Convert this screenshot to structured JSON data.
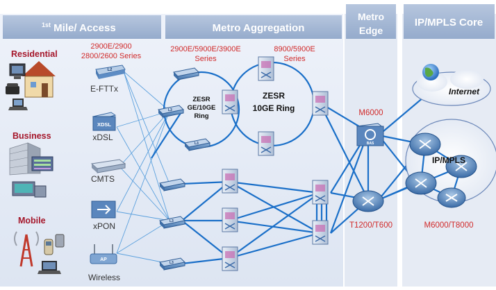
{
  "sections": {
    "access": {
      "title_sup": "1st",
      "title_rest": " Mile/ Access"
    },
    "aggregation": {
      "title": "Metro Aggregation"
    },
    "edge": {
      "title_line1": "Metro",
      "title_line2": "Edge"
    },
    "core": {
      "title": "IP/MPLS Core"
    }
  },
  "customers": {
    "residential": "Residential",
    "business": "Business",
    "mobile": "Mobile"
  },
  "access_devices": {
    "series_line1": "2900E/2900",
    "series_line2": "2800/2600 Series",
    "ftth_badge": "L2",
    "ftth": "E-FTTx",
    "xdsl_badge": "XDSL",
    "xdsl": "xDSL",
    "cmts": "CMTS",
    "xpon": "xPON",
    "wireless_badge": "AP",
    "wireless": "Wireless"
  },
  "aggregation": {
    "series_left_line1": "2900E/5900E/3900E",
    "series_left_line2": "Series",
    "series_right_line1": "8900/5900E",
    "series_right_line2": "Series",
    "ring1_line1": "ZESR",
    "ring1_line2": "GE/10GE",
    "ring1_line3": "Ring",
    "ring2_line1": "ZESR",
    "ring2_line2": "10GE Ring",
    "switch_badge": "L3"
  },
  "edge": {
    "bras_label": "M6000",
    "bras_badge": "BAS",
    "router_label": "T1200/T600"
  },
  "core": {
    "internet": "Internet",
    "ipmpls": "IP/MPLS",
    "routers_label": "M6000/T8000"
  },
  "colors": {
    "series_red": "#d12a2a",
    "customer_red": "#a5162a",
    "link_blue": "#1a6fc8",
    "header_blue": "#9ab0cf"
  }
}
